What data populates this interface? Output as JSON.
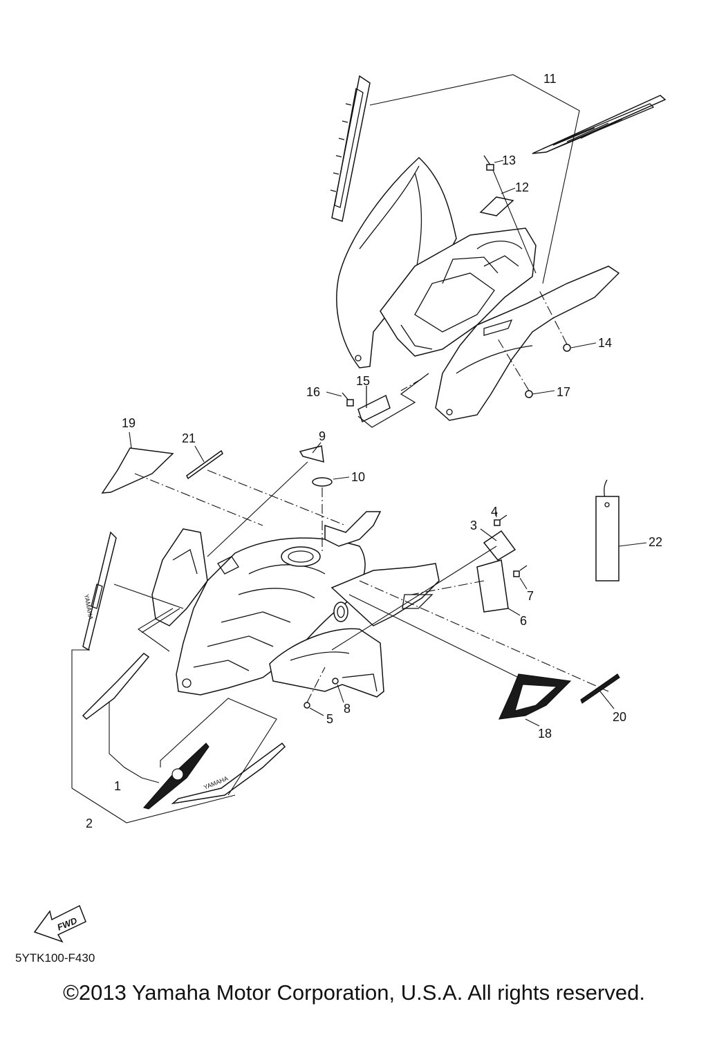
{
  "diagram": {
    "callouts": [
      {
        "id": "1",
        "label": "1"
      },
      {
        "id": "2",
        "label": "2"
      },
      {
        "id": "3",
        "label": "3"
      },
      {
        "id": "4",
        "label": "4"
      },
      {
        "id": "5",
        "label": "5"
      },
      {
        "id": "6",
        "label": "6"
      },
      {
        "id": "7",
        "label": "7"
      },
      {
        "id": "8",
        "label": "8"
      },
      {
        "id": "9",
        "label": "9"
      },
      {
        "id": "10",
        "label": "10"
      },
      {
        "id": "11",
        "label": "11"
      },
      {
        "id": "12",
        "label": "12"
      },
      {
        "id": "13",
        "label": "13"
      },
      {
        "id": "14",
        "label": "14"
      },
      {
        "id": "15",
        "label": "15"
      },
      {
        "id": "16",
        "label": "16"
      },
      {
        "id": "17",
        "label": "17"
      },
      {
        "id": "18",
        "label": "18"
      },
      {
        "id": "19",
        "label": "19"
      },
      {
        "id": "20",
        "label": "20"
      },
      {
        "id": "21",
        "label": "21"
      },
      {
        "id": "22",
        "label": "22"
      }
    ],
    "decal_text": "YAMAHA",
    "fwd_label": "FWD",
    "drawing_code": "5YTK100-F430",
    "copyright": "©2013 Yamaha Motor Corporation, U.S.A. All rights reserved."
  }
}
